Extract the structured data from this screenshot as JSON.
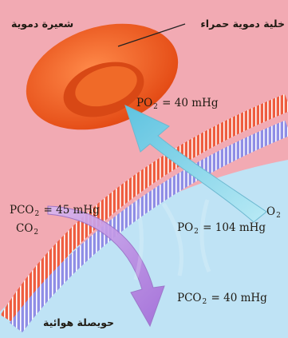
{
  "labels": {
    "capillary": "شعيرة دموية",
    "red_blood_cell": "خلية دموية حمراء",
    "alveolus": "حويصلة هوائية"
  },
  "measurements": {
    "po2_blood": {
      "prefix": "PO",
      "sub": "2",
      "suffix": " = 40 mHg"
    },
    "pco2_blood": {
      "prefix": "PCO",
      "sub": "2",
      "suffix": " = 45 mHg"
    },
    "co2": {
      "prefix": "CO",
      "sub": "2",
      "suffix": ""
    },
    "o2": {
      "prefix": "O",
      "sub": "2",
      "suffix": ""
    },
    "po2_alveolus": {
      "prefix": "PO",
      "sub": "2",
      "suffix": " = 104 mHg"
    },
    "pco2_alveolus": {
      "prefix": "PCO",
      "sub": "2",
      "suffix": " = 40 mHg"
    }
  },
  "colors": {
    "blood_bg": "#f2aab3",
    "air_bg": "#bfe3f5",
    "capillary_wall": "#ef5d40",
    "alveolus_wall": "#8f8ee6",
    "rbc": "#ee5a1f",
    "o2_arrow": "#8ed6ea",
    "co2_arrow": "#bd8fe0"
  }
}
